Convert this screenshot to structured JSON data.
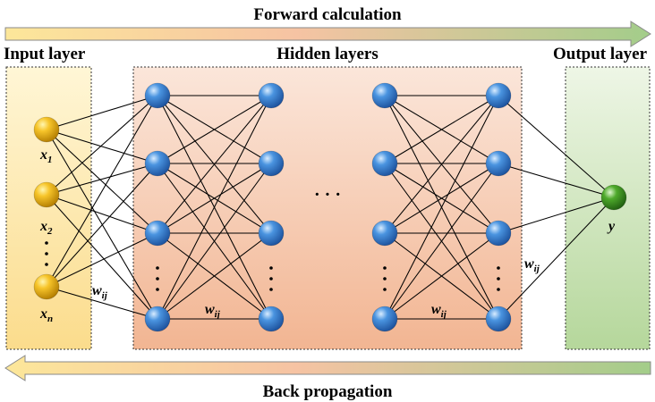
{
  "top_arrow": {
    "label": "Forward calculation"
  },
  "bottom_arrow": {
    "label": "Back propagation"
  },
  "input_layer": {
    "title": "Input layer",
    "inputs": [
      {
        "symbol": "x",
        "sub": "1"
      },
      {
        "symbol": "x",
        "sub": "2"
      },
      {
        "symbol": "x",
        "sub": "n"
      }
    ],
    "node_color": "#f2b600"
  },
  "hidden_layers": {
    "title": "Hidden layers",
    "layer_count_shown": 4,
    "nodes_per_layer_shown": 4,
    "node_color": "#3d86d4"
  },
  "output_layer": {
    "title": "Output layer",
    "output": {
      "symbol": "y"
    },
    "node_color": "#3a9a1f"
  },
  "weights": [
    {
      "symbol": "w",
      "sub": "ij"
    },
    {
      "symbol": "w",
      "sub": "ij"
    },
    {
      "symbol": "w",
      "sub": "ij"
    },
    {
      "symbol": "w",
      "sub": "ij"
    }
  ],
  "ellipsis": "· · ·",
  "colors": {
    "input_panel": "#fdeaa8",
    "hidden_panel": "#f6cdb3",
    "output_panel": "#cfe3bd",
    "arrow_start": "#fbe08a",
    "arrow_mid": "#f4c3a6",
    "arrow_end": "#9fca86"
  }
}
